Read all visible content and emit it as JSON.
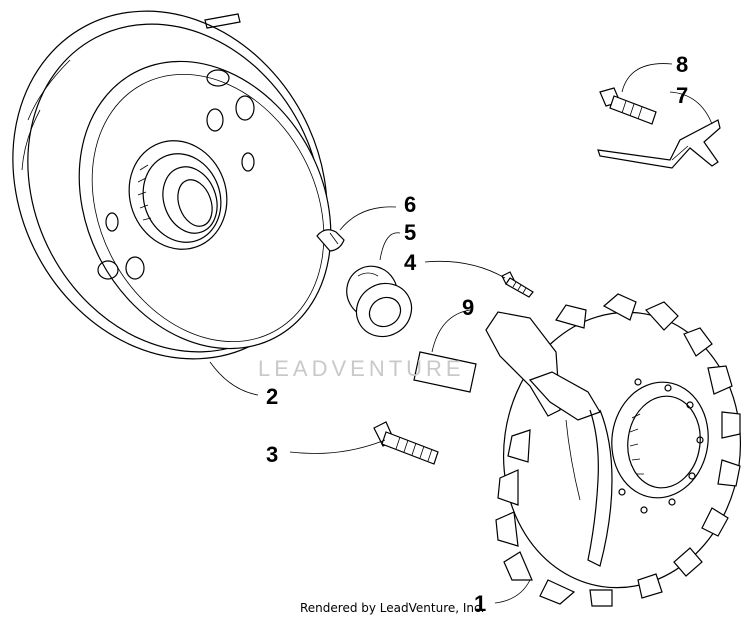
{
  "watermark": "LEADVENTURE",
  "footer": "Rendered by LeadVenture, Inc.",
  "callouts": [
    "1",
    "2",
    "3",
    "4",
    "5",
    "6",
    "7",
    "8",
    "9"
  ]
}
